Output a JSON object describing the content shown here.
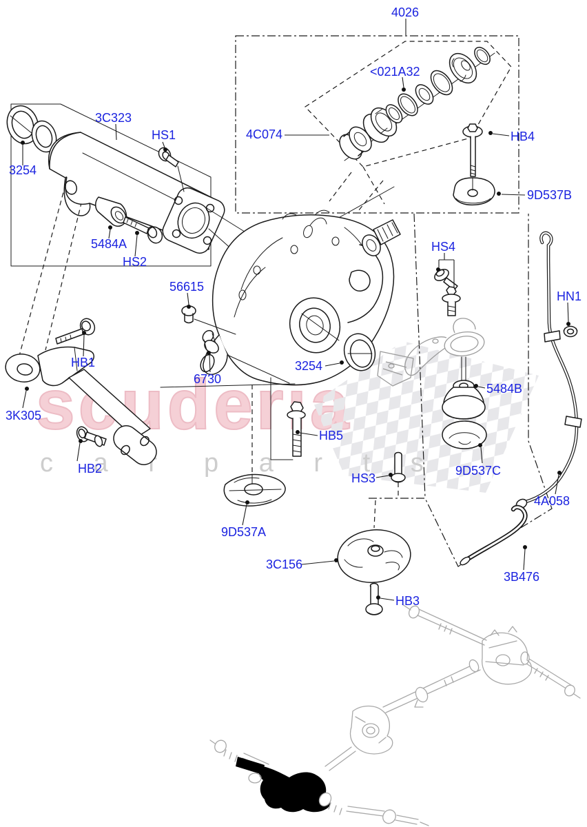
{
  "page": {
    "background": "#ffffff",
    "kind": "parts-catalog-exploded-diagram"
  },
  "colors": {
    "label_blue": "#1b23e0",
    "line_black": "#1a1a1a",
    "context_gray": "#9b9b9b",
    "locator_gray": "#a8a8a8",
    "watermark_pink": "#f5d0d6",
    "watermark_pink_stroke": "#edbcc5",
    "watermark_gray": "#cdcdcd",
    "checker_gray": "#e7e7ea"
  },
  "watermark": {
    "brand": "scuderia",
    "tagline_left": "c a r",
    "tagline_right": "p a r t s"
  },
  "diagram": {
    "labels": [
      {
        "id": "4026",
        "text": "4026"
      },
      {
        "id": "021A32",
        "text": "<021A32"
      },
      {
        "id": "4C074",
        "text": "4C074"
      },
      {
        "id": "HB4",
        "text": "HB4"
      },
      {
        "id": "9D537B",
        "text": "9D537B"
      },
      {
        "id": "3C323",
        "text": "3C323"
      },
      {
        "id": "HS1",
        "text": "HS1"
      },
      {
        "id": "3254-left",
        "text": "3254"
      },
      {
        "id": "5484A",
        "text": "5484A"
      },
      {
        "id": "HS2",
        "text": "HS2"
      },
      {
        "id": "56615",
        "text": "56615"
      },
      {
        "id": "6730",
        "text": "6730"
      },
      {
        "id": "3254-output",
        "text": "3254"
      },
      {
        "id": "HS4",
        "text": "HS4"
      },
      {
        "id": "HN1",
        "text": "HN1"
      },
      {
        "id": "5484B",
        "text": "5484B"
      },
      {
        "id": "9D537C",
        "text": "9D537C"
      },
      {
        "id": "4A058",
        "text": "4A058"
      },
      {
        "id": "3B476",
        "text": "3B476"
      },
      {
        "id": "HB1",
        "text": "HB1"
      },
      {
        "id": "3K305",
        "text": "3K305"
      },
      {
        "id": "HB2",
        "text": "HB2"
      },
      {
        "id": "9D537A",
        "text": "9D537A"
      },
      {
        "id": "HB5",
        "text": "HB5"
      },
      {
        "id": "HS3",
        "text": "HS3"
      },
      {
        "id": "3C156",
        "text": "3C156"
      },
      {
        "id": "HB3",
        "text": "HB3"
      }
    ]
  }
}
